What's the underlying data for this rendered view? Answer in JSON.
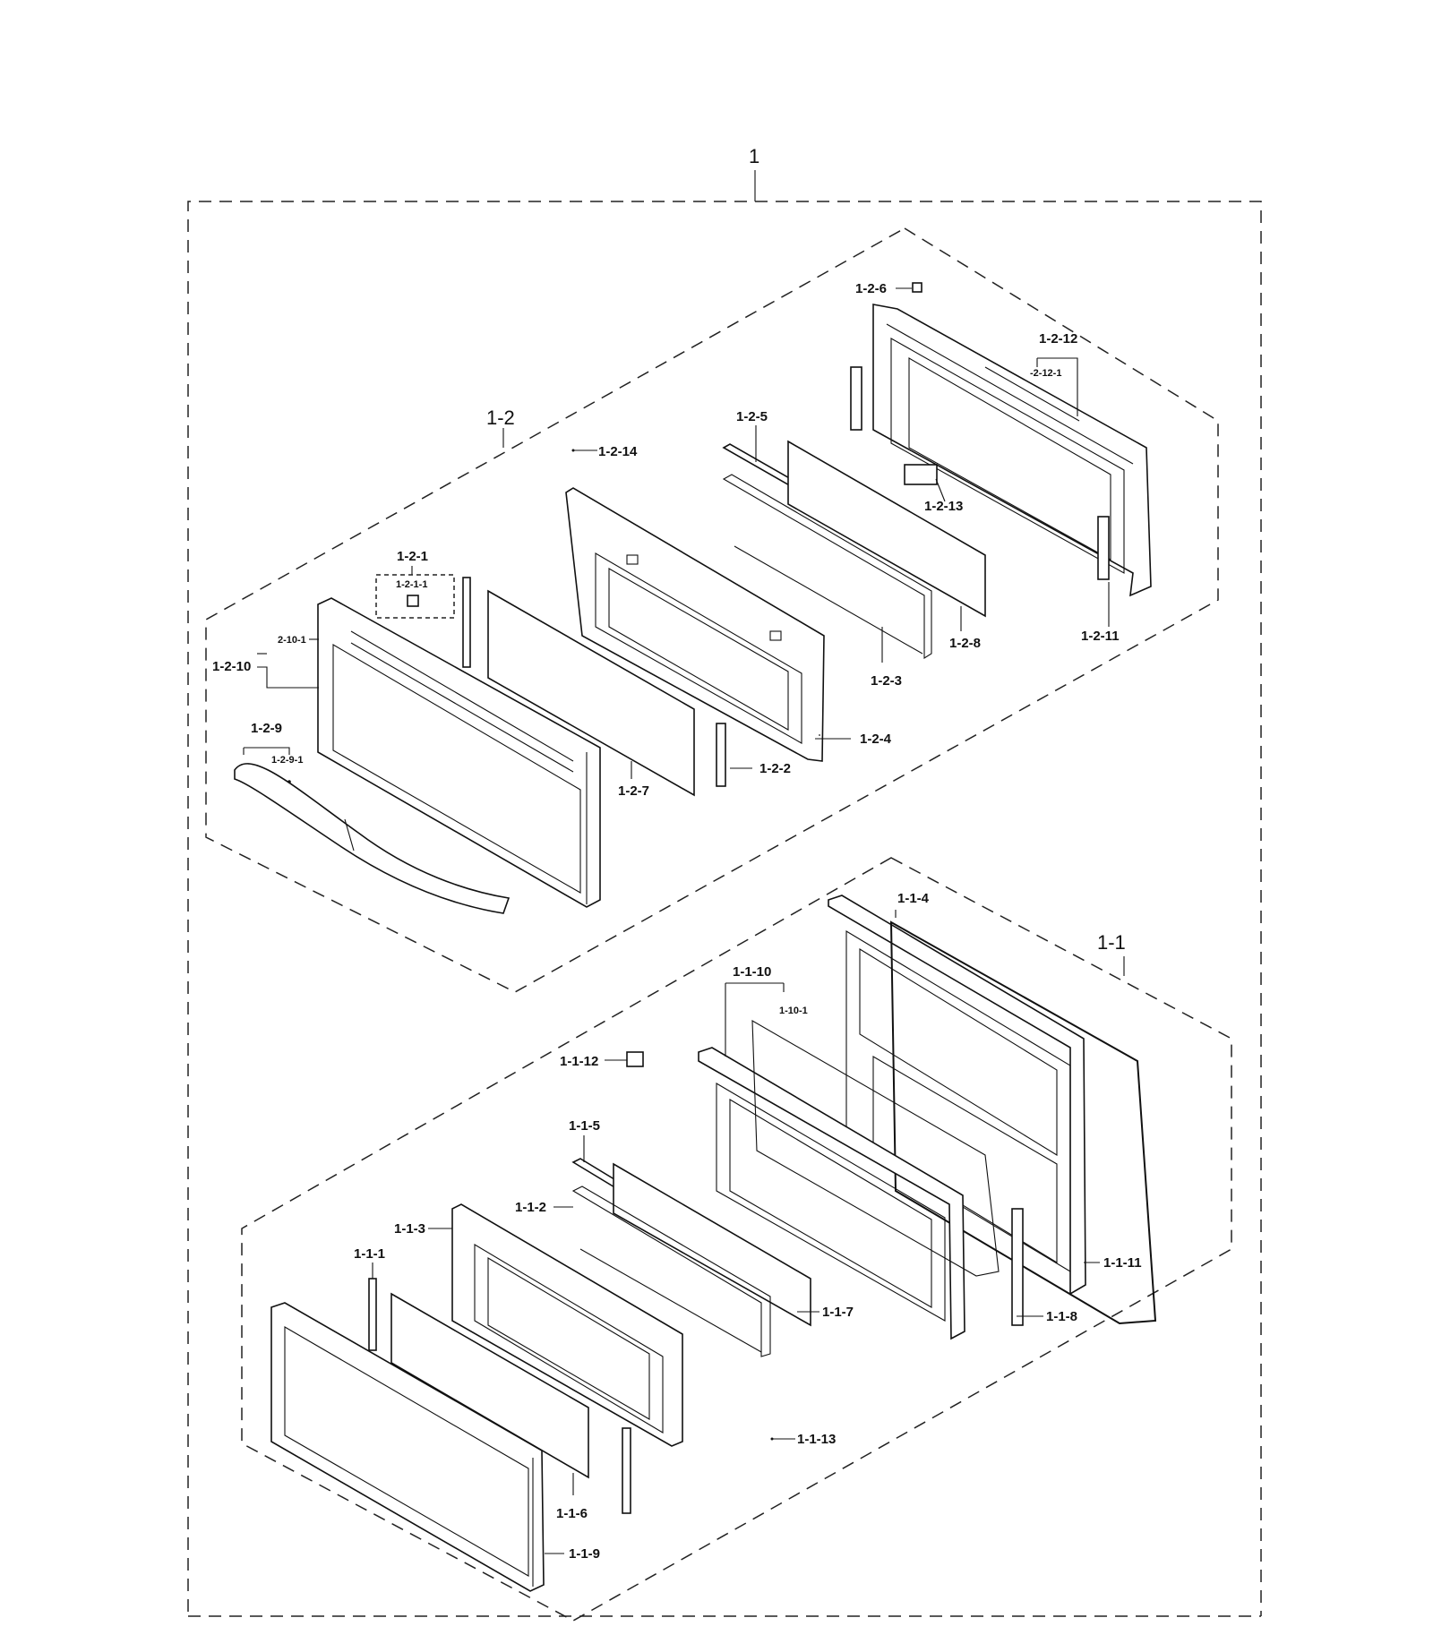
{
  "labels": {
    "assembly": "1",
    "group_upper": "1-2",
    "group_lower": "1-1",
    "p1_2_6": "1-2-6",
    "p1_2_12": "1-2-12",
    "p1_2_12_1": "-2-12-1",
    "p1_2_5": "1-2-5",
    "p1_2_14": "1-2-14",
    "p1_2_13": "1-2-13",
    "p1_2_1": "1-2-1",
    "p1_2_1_1": "1-2-1-1",
    "p2_10_1": "2-10-1",
    "p1_2_10": "1-2-10",
    "p1_2_8": "1-2-8",
    "p1_2_11": "1-2-11",
    "p1_2_3": "1-2-3",
    "p1_2_4": "1-2-4",
    "p1_2_9": "1-2-9",
    "p1_2_9_1": "1-2-9-1",
    "p1_2_7": "1-2-7",
    "p1_2_2": "1-2-2",
    "p1_1_4": "1-1-4",
    "p1_1_10": "1-1-10",
    "p1_10_1": "1-10-1",
    "p1_1_12": "1-1-12",
    "p1_1_5": "1-1-5",
    "p1_1_2": "1-1-2",
    "p1_1_3": "1-1-3",
    "p1_1_1": "1-1-1",
    "p1_1_11": "1-1-11",
    "p1_1_7": "1-1-7",
    "p1_1_8": "1-1-8",
    "p1_1_13": "1-1-13",
    "p1_1_6": "1-1-6",
    "p1_1_9": "1-1-9"
  }
}
